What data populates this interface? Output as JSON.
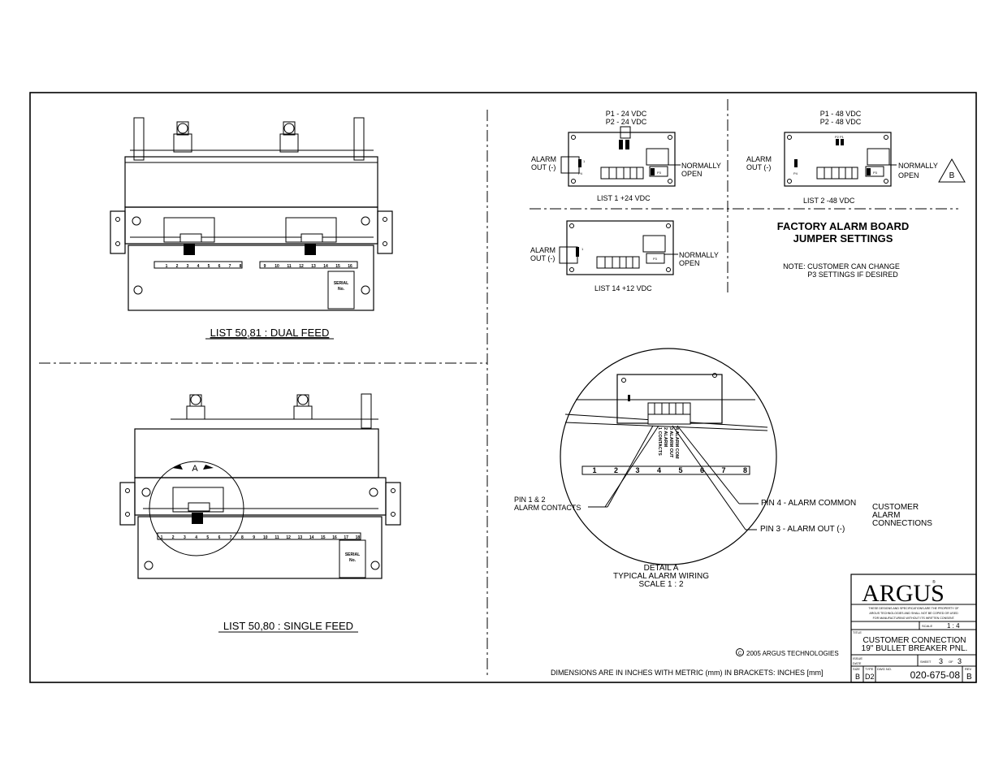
{
  "views": {
    "dual_feed_label": "LIST 50,81 : DUAL FEED",
    "single_feed_label": "LIST 50,80 : SINGLE FEED",
    "serial_label_line1": "SERIAL",
    "serial_label_line2": "No.",
    "detail_callout": "A",
    "dual_terminal_numbers_left": [
      "1",
      "2",
      "3",
      "4",
      "5",
      "6",
      "7",
      "8"
    ],
    "dual_terminal_numbers_right": [
      "9",
      "10",
      "11",
      "12",
      "13",
      "14",
      "15",
      "16"
    ],
    "single_terminal_numbers": [
      "1",
      "2",
      "3",
      "4",
      "5",
      "6",
      "7",
      "8",
      "9",
      "10",
      "11",
      "12",
      "13",
      "14",
      "15",
      "16",
      "17",
      "18"
    ]
  },
  "jumper_settings": {
    "heading_line1": "FACTORY ALARM BOARD",
    "heading_line2": "JUMPER SETTINGS",
    "note_line1": "NOTE: CUSTOMER CAN CHANGE",
    "note_line2": "P3 SETTINGS IF DESIRED",
    "board_24": {
      "p1": "P1 - 24 VDC",
      "p2": "P2 - 24 VDC",
      "alarm_out_1": "ALARM",
      "alarm_out_2": "OUT (-)",
      "no_1": "NORMALLY",
      "no_2": "OPEN",
      "list": "LIST 1  +24 VDC"
    },
    "board_48": {
      "p1": "P1 - 48 VDC",
      "p2": "P2 - 48 VDC",
      "alarm_out_1": "ALARM",
      "alarm_out_2": "OUT (-)",
      "no_1": "NORMALLY",
      "no_2": "OPEN",
      "list": "LIST 2  -48 VDC",
      "rev_mark": "B"
    },
    "board_12": {
      "alarm_out_1": "ALARM",
      "alarm_out_2": "OUT (-)",
      "no_1": "NORMALLY",
      "no_2": "OPEN",
      "list": "LIST 14  +12 VDC"
    },
    "pcb_labels": {
      "p4": "P4",
      "p3": "P3",
      "p2p1": "P2 P1",
      "pin1": "1"
    }
  },
  "detail": {
    "pin12_line1": "PIN 1 & 2",
    "pin12_line2": "ALARM CONTACTS",
    "pin4": "PIN 4 - ALARM COMMON",
    "pin3": "PIN 3 - ALARM OUT (-)",
    "customer_1": "CUSTOMER",
    "customer_2": "ALARM",
    "customer_3": "CONNECTIONS",
    "caption_1": "DETAIL A",
    "caption_2": "TYPICAL ALARM WIRING",
    "caption_3": "SCALE 1 : 2",
    "wire_labels": [
      "4 ALARM COM",
      "3 ALARM OUT",
      "2 ALARM",
      "1 CONTACTS"
    ],
    "terminal_numbers": [
      "1",
      "2",
      "3",
      "4",
      "5",
      "6",
      "7",
      "8"
    ]
  },
  "footer": {
    "copyright_symbol": "C",
    "copyright": "2005 ARGUS TECHNOLOGIES",
    "dimensions_note": "DIMENSIONS ARE IN INCHES WITH METRIC (mm) IN BRACKETS: INCHES [mm]"
  },
  "title_block": {
    "logo": "ARGUS",
    "logo_mark": "®",
    "proprietary_1": "THESE DESIGNS AND SPECIFICATIONS ARE THE PROPERTY OF",
    "proprietary_2": "ARGUS TECHNOLOGIES AND SHALL NOT BE COPIED OR USED",
    "proprietary_3": "FOR MANUFACTURING WITHOUT ITS WRITTEN CONSENT.",
    "scale_label": "SCALE",
    "scale_value": "1 : 4",
    "title_label": "TITLE",
    "title_line1": "CUSTOMER CONNECTION",
    "title_line2": "19\" BULLET BREAKER PNL.",
    "issue_label_1": "ISSUE",
    "issue_label_2": "DATE",
    "sheet_label": "SHEET",
    "sheet_value": "3",
    "of_label": "OF",
    "of_value": "3",
    "size_label": "SIZE",
    "size_value": "B",
    "type_label": "TYPE",
    "type_value": "D2",
    "dwg_label": "DWG NO.",
    "dwg_value": "020-675-08",
    "rev_label": "REV",
    "rev_value": "B"
  }
}
